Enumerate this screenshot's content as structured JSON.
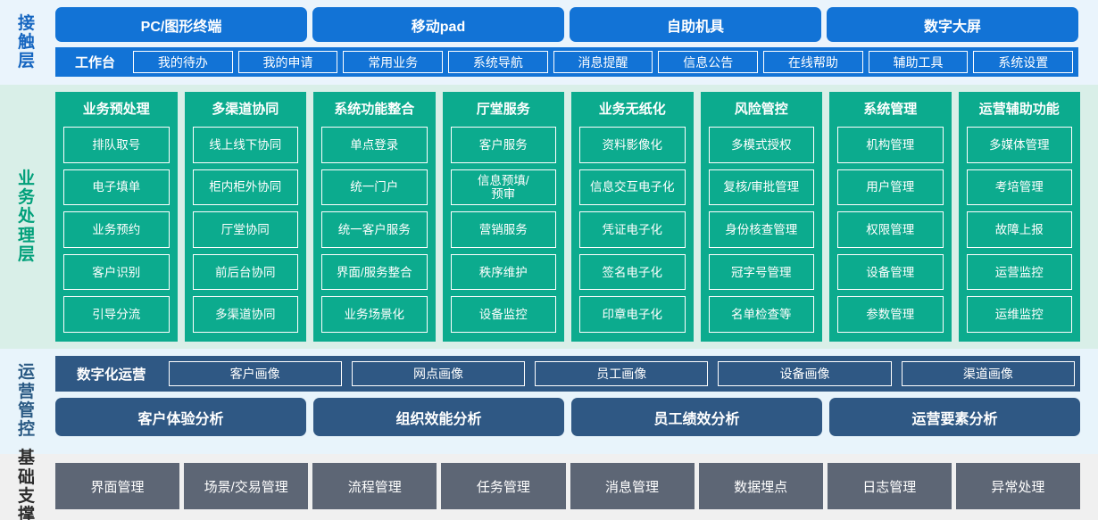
{
  "colors": {
    "access_band_bg": "#eaf4fc",
    "access_blue": "#1273d6",
    "biz_band_bg": "#d9efe8",
    "biz_teal": "#0cab8e",
    "ops_band_bg": "#e8f4fb",
    "ops_navy": "#2f5884",
    "base_band_bg": "#f0f0f0",
    "base_gray": "#5d6675"
  },
  "access_layer": {
    "label": "接触层",
    "channels": [
      "PC/图形终端",
      "移动pad",
      "自助机具",
      "数字大屏"
    ],
    "workbench_title": "工作台",
    "workbench_items": [
      "我的待办",
      "我的申请",
      "常用业务",
      "系统导航",
      "消息提醒",
      "信息公告",
      "在线帮助",
      "辅助工具",
      "系统设置"
    ]
  },
  "business_layer": {
    "label": "业务处理层",
    "columns": [
      {
        "title": "业务预处理",
        "items": [
          "排队取号",
          "电子填单",
          "业务预约",
          "客户识别",
          "引导分流"
        ]
      },
      {
        "title": "多渠道协同",
        "items": [
          "线上线下协同",
          "柜内柜外协同",
          "厅堂协同",
          "前后台协同",
          "多渠道协同"
        ]
      },
      {
        "title": "系统功能整合",
        "items": [
          "单点登录",
          "统一门户",
          "统一客户服务",
          "界面/服务整合",
          "业务场景化"
        ]
      },
      {
        "title": "厅堂服务",
        "items": [
          "客户服务",
          "信息预填/\n预审",
          "营销服务",
          "秩序维护",
          "设备监控"
        ]
      },
      {
        "title": "业务无纸化",
        "items": [
          "资料影像化",
          "信息交互电子化",
          "凭证电子化",
          "签名电子化",
          "印章电子化"
        ]
      },
      {
        "title": "风险管控",
        "items": [
          "多模式授权",
          "复核/审批管理",
          "身份核查管理",
          "冠字号管理",
          "名单检查等"
        ]
      },
      {
        "title": "系统管理",
        "items": [
          "机构管理",
          "用户管理",
          "权限管理",
          "设备管理",
          "参数管理"
        ]
      },
      {
        "title": "运营辅助功能",
        "items": [
          "多媒体管理",
          "考培管理",
          "故障上报",
          "运营监控",
          "运维监控"
        ]
      }
    ]
  },
  "operations_layer": {
    "label": "运营管控",
    "portrait_title": "数字化运营",
    "portrait_items": [
      "客户画像",
      "网点画像",
      "员工画像",
      "设备画像",
      "渠道画像"
    ],
    "analysis_items": [
      "客户体验分析",
      "组织效能分析",
      "员工绩效分析",
      "运营要素分析"
    ]
  },
  "base_layer": {
    "label": "基础支撑",
    "items": [
      "界面管理",
      "场景/交易管理",
      "流程管理",
      "任务管理",
      "消息管理",
      "数据埋点",
      "日志管理",
      "异常处理"
    ]
  }
}
